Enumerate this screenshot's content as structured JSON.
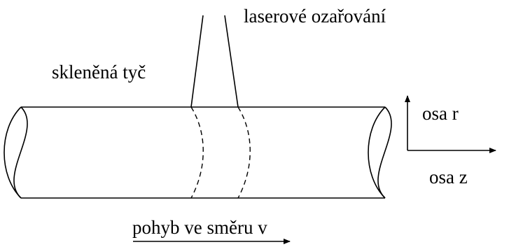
{
  "labels": {
    "laser": "laserové ozařování",
    "rod": "skleněná tyč",
    "axis_r": "osa r",
    "axis_z": "osa z",
    "motion": "pohyb ve směru v"
  },
  "colors": {
    "line": "#000000",
    "background": "#ffffff"
  }
}
